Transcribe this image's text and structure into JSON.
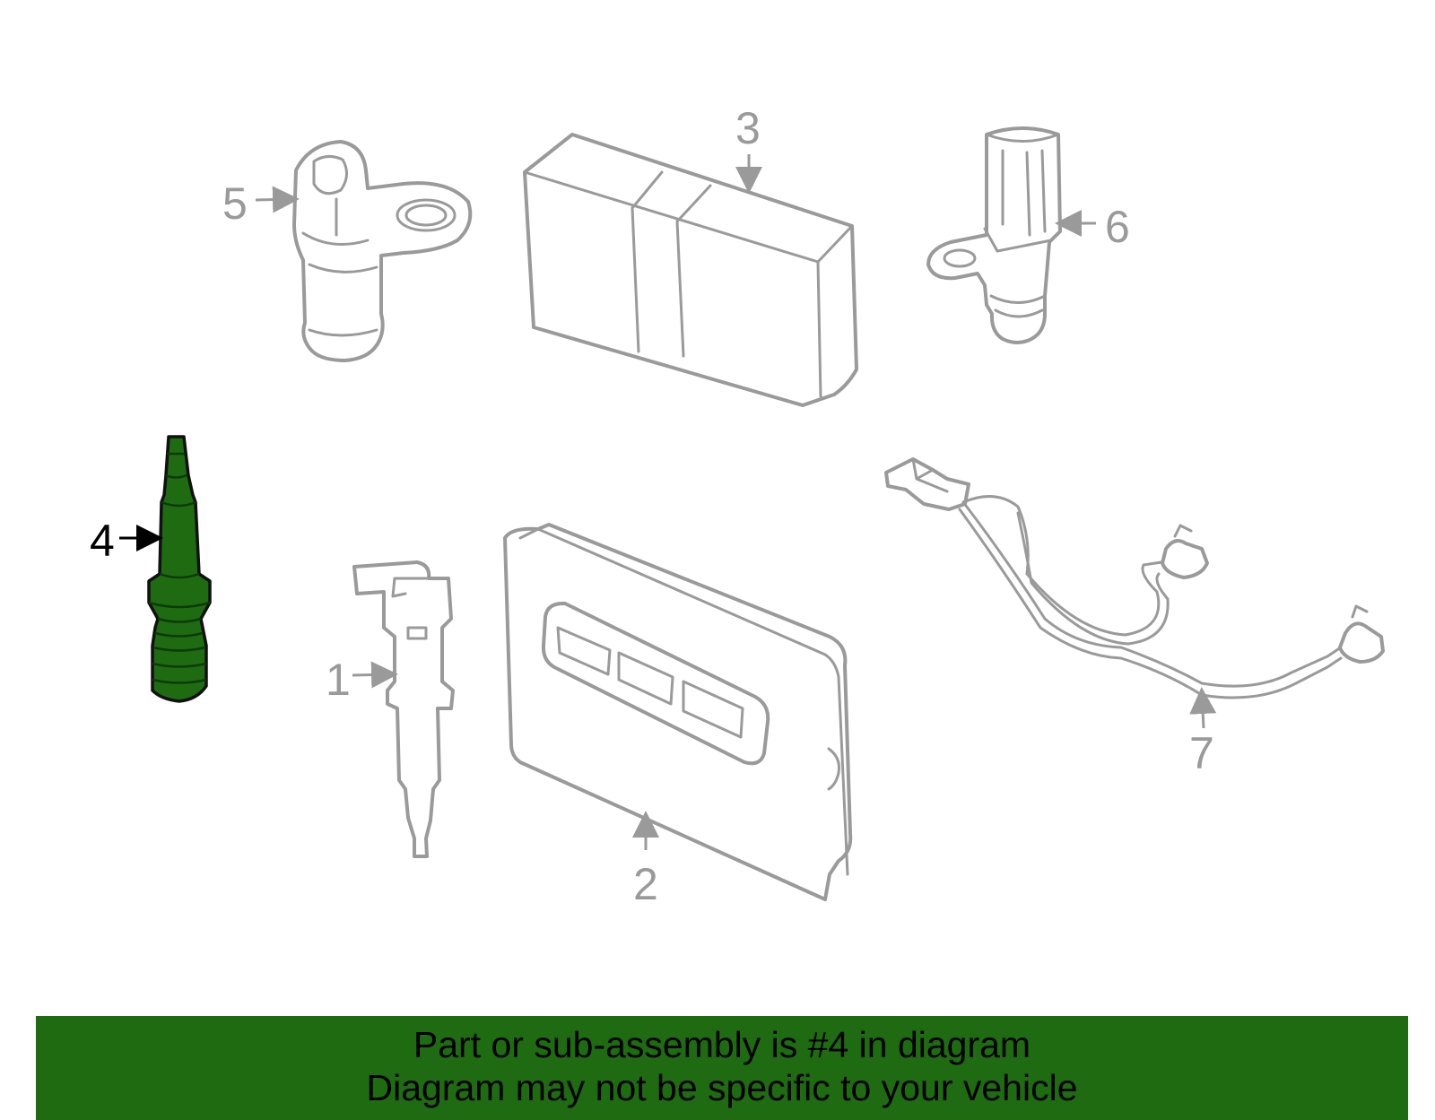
{
  "diagram": {
    "highlighted_part": "4",
    "highlight_color": "#1f6b12",
    "part_color": "#9a9a9a",
    "callouts": [
      "1",
      "2",
      "3",
      "4",
      "5",
      "6",
      "7"
    ]
  },
  "banner": {
    "line1": "Part or sub-assembly is #4 in diagram",
    "line2": "Diagram may not be specific to your vehicle",
    "background": "#1f6b12"
  }
}
